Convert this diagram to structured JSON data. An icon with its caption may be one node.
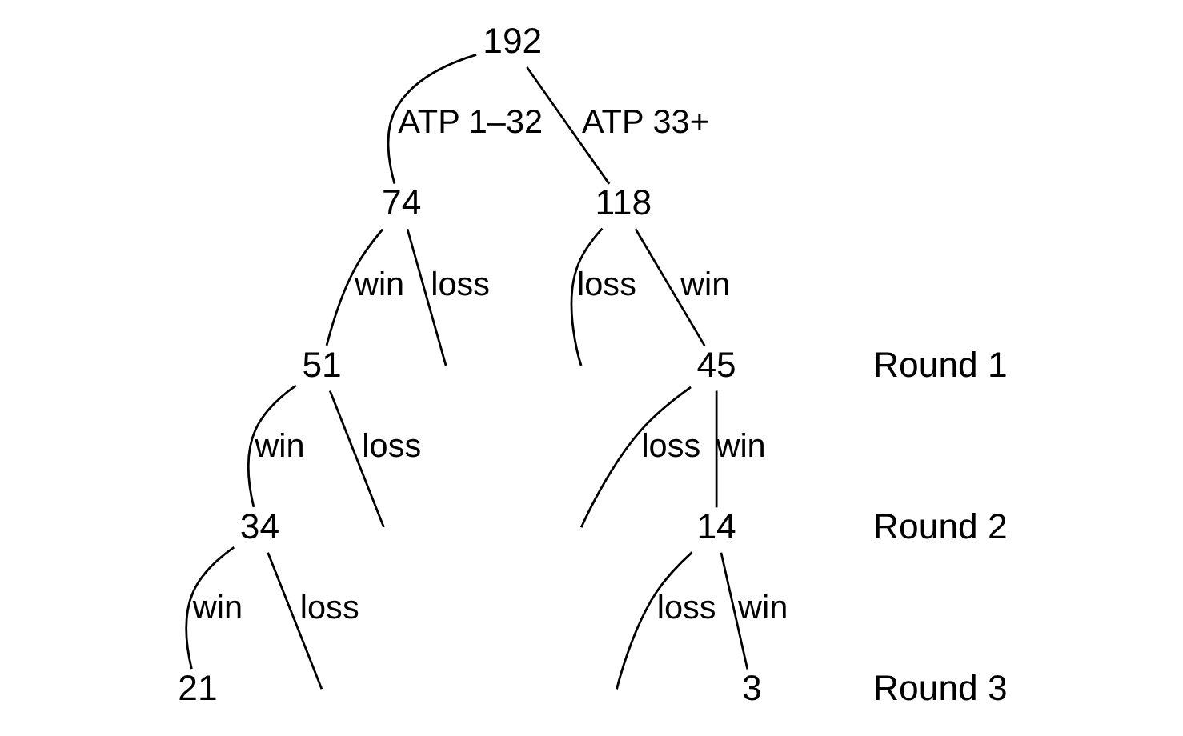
{
  "diagram": {
    "nodes": [
      {
        "text": [
          "192"
        ]
      },
      {
        "text": [
          "74"
        ]
      },
      {
        "text": [
          "118"
        ]
      },
      {
        "text": [
          "51"
        ]
      },
      {
        "text": [
          "45"
        ]
      },
      {
        "text": [
          "34"
        ]
      },
      {
        "text": [
          "14"
        ]
      },
      {
        "text": [
          "21"
        ]
      },
      {
        "text": [
          "3"
        ]
      }
    ],
    "edges": [
      {
        "from": 0,
        "to": 1,
        "arrow": "none",
        "label": "ATP 1–32"
      },
      {
        "from": 0,
        "to": 2,
        "arrow": "none",
        "label": "ATP 33+"
      },
      {
        "from": 1,
        "to": 3,
        "arrow": "none",
        "label": "win"
      },
      {
        "from": 1,
        "to": null,
        "arrow": "none",
        "label": "loss"
      },
      {
        "from": 2,
        "to": null,
        "arrow": "none",
        "label": "loss"
      },
      {
        "from": 2,
        "to": 4,
        "arrow": "none",
        "label": "win"
      },
      {
        "from": 3,
        "to": 5,
        "arrow": "none",
        "label": "win"
      },
      {
        "from": 3,
        "to": null,
        "arrow": "none",
        "label": "loss"
      },
      {
        "from": 4,
        "to": null,
        "arrow": "none",
        "label": "loss"
      },
      {
        "from": 4,
        "to": 6,
        "arrow": "none",
        "label": "win"
      },
      {
        "from": 5,
        "to": 7,
        "arrow": "none",
        "label": "win"
      },
      {
        "from": 5,
        "to": null,
        "arrow": "none",
        "label": "loss"
      },
      {
        "from": 6,
        "to": null,
        "arrow": "none",
        "label": "loss"
      },
      {
        "from": 6,
        "to": 8,
        "arrow": "none",
        "label": "win"
      }
    ],
    "labels": [
      "Round 1",
      "Round 2",
      "Round 3"
    ]
  }
}
